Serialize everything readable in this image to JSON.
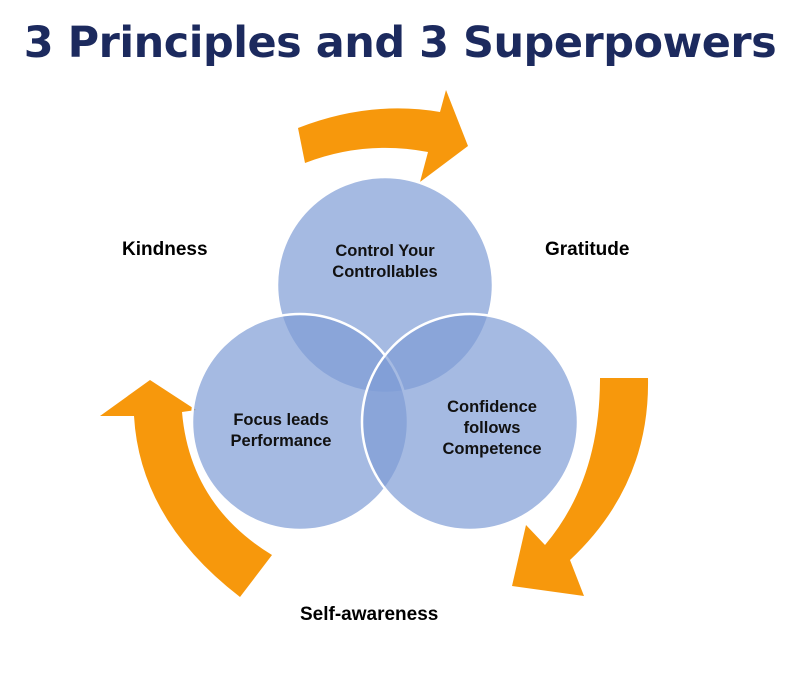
{
  "title": "3 Principles and 3 Superpowers",
  "principles": [
    {
      "line1": "Control Your",
      "line2": "Controllables"
    },
    {
      "line1": "Focus leads",
      "line2": "Performance"
    },
    {
      "line1": "Confidence",
      "line2": "follows",
      "line3": "Competence"
    }
  ],
  "superpowers": {
    "kindness": "Kindness",
    "gratitude": "Gratitude",
    "self_awareness": "Self-awareness"
  },
  "colors": {
    "title": "#1c2a5e",
    "circle": "#8aa6da",
    "arrow": "#f7980c"
  }
}
